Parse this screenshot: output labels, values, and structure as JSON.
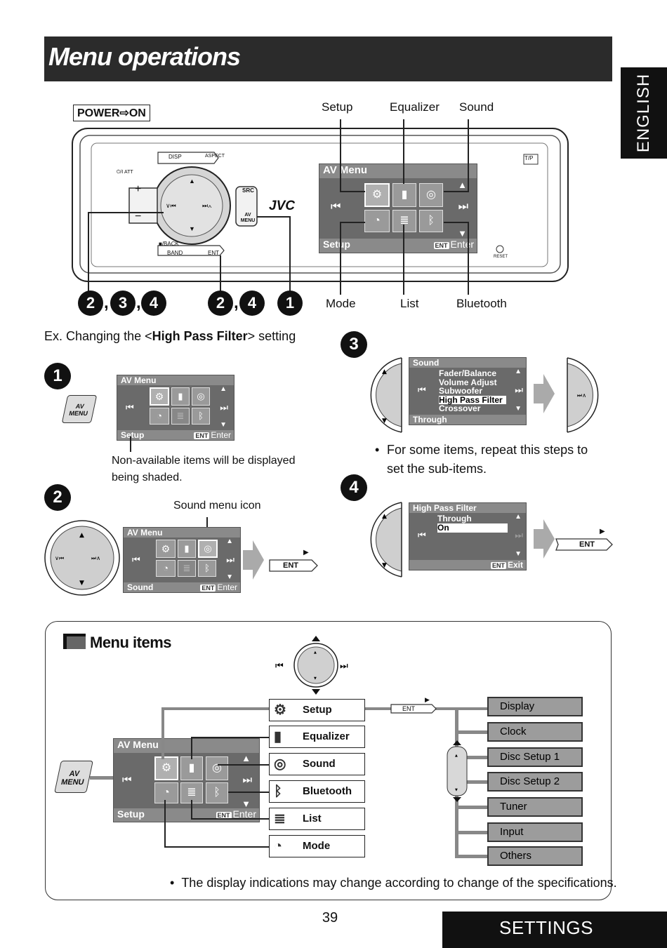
{
  "title": "Menu operations",
  "language_tab": "ENGLISH",
  "section_tab": "SETTINGS",
  "page_number": "39",
  "diagram": {
    "power_on": "POWER⇨ON",
    "callouts_top": [
      "Setup",
      "Equalizer",
      "Sound"
    ],
    "callouts_bottom": [
      "Mode",
      "List",
      "Bluetooth"
    ],
    "brand": "JVC",
    "buttons": {
      "disp": "DISP",
      "aspect": "ASPECT",
      "src": "SRC",
      "av_menu": "AV MENU",
      "back": "■/BACK",
      "band": "BAND",
      "ent": "ENT",
      "att": "⏻/I ATT",
      "tp": "T/P",
      "reset": "RESET",
      "plus": "+",
      "minus": "−"
    },
    "step_groups": [
      "2",
      "3",
      "4",
      "2",
      "4",
      "1"
    ],
    "screen": {
      "header": "AV Menu",
      "footer_left": "Setup",
      "footer_right": "Enter",
      "ent": "ENT"
    }
  },
  "example_text": {
    "prefix": "Ex. Changing the <",
    "bold": "High Pass Filter",
    "suffix": "> setting"
  },
  "step1": {
    "num": "1",
    "button": "AV MENU",
    "screen": {
      "header": "AV Menu",
      "footer_left": "Setup",
      "footer_right": "Enter",
      "ent": "ENT"
    },
    "note": "Non-available items will be displayed being shaded."
  },
  "step2": {
    "num": "2",
    "label": "Sound menu icon",
    "screen": {
      "header": "AV Menu",
      "footer_left": "Sound",
      "footer_right": "Enter",
      "ent": "ENT"
    },
    "ent_button": "ENT"
  },
  "step3": {
    "num": "3",
    "screen": {
      "header": "Sound",
      "items": [
        "Fader/Balance",
        "Volume Adjust",
        "Subwoofer",
        "High Pass Filter",
        "Crossover"
      ],
      "selected": "High Pass Filter",
      "footer_left": "Through"
    },
    "note": "For some items, repeat this steps to set the sub-items."
  },
  "step4": {
    "num": "4",
    "screen": {
      "header": "High Pass Filter",
      "items": [
        "Through",
        "On"
      ],
      "selected": "On",
      "footer_right": "Exit",
      "ent": "ENT"
    },
    "ent_button": "ENT"
  },
  "menu_items": {
    "heading": "Menu items",
    "av_menu_button": "AV MENU",
    "screen": {
      "header": "AV Menu",
      "footer_left": "Setup",
      "footer_right": "Enter",
      "ent": "ENT"
    },
    "items": [
      {
        "label": "Setup",
        "icon": "gear-icon"
      },
      {
        "label": "Equalizer",
        "icon": "equalizer-icon"
      },
      {
        "label": "Sound",
        "icon": "speaker-icon"
      },
      {
        "label": "Bluetooth",
        "icon": "bluetooth-icon"
      },
      {
        "label": "List",
        "icon": "list-icon"
      },
      {
        "label": "Mode",
        "icon": "mode-icon"
      }
    ],
    "ent_button": "ENT",
    "setup_sub_items": [
      "Display",
      "Clock",
      "Disc Setup 1",
      "Disc Setup 2",
      "Tuner",
      "Input",
      "Others"
    ],
    "note": "The display indications may change according to change of the specifications."
  }
}
